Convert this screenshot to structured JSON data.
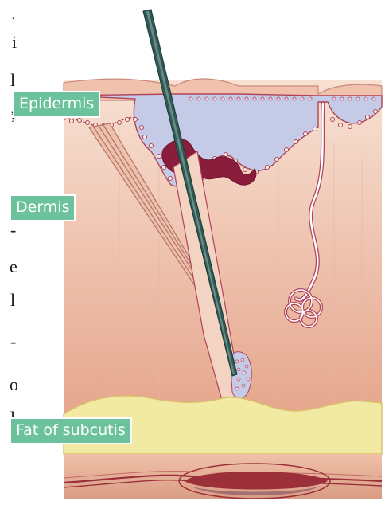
{
  "labels": {
    "epidermis": "Epidermis",
    "dermis": "Dermis",
    "fat": "Fat of subcutis"
  },
  "side_text": {
    "glyphs": [
      ".",
      "i",
      "l",
      ",",
      "’",
      "-",
      "e",
      "l",
      "-",
      "o",
      "l"
    ]
  },
  "colors": {
    "label_bg": "#6cc29c",
    "epidermis_fill": "#c5cbe6",
    "skin_pink": "#f0c2ad",
    "dermis_gradient_top": "#f6dccd",
    "dermis_gradient_bottom": "#e8a88e",
    "subcutis_fat": "#f2e9a2",
    "gland_outline": "#b0435a",
    "sebaceous": "#8a1d3b",
    "hair_shaft": "#2f5b56",
    "muscle_red": "#9b2f3a"
  }
}
